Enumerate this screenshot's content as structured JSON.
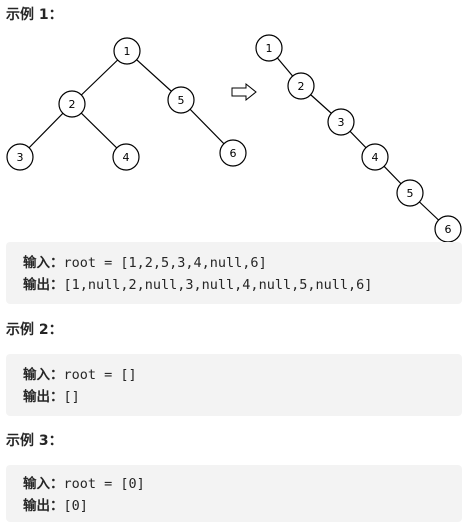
{
  "examples": [
    {
      "heading": "示例 1：",
      "input_label": "输入：",
      "input_value": "root = [1,2,5,3,4,null,6]",
      "output_label": "输出：",
      "output_value": "[1,null,2,null,3,null,4,null,5,null,6]"
    },
    {
      "heading": "示例 2：",
      "input_label": "输入：",
      "input_value": "root = []",
      "output_label": "输出：",
      "output_value": "[]"
    },
    {
      "heading": "示例 3：",
      "input_label": "输入：",
      "input_value": "root = [0]",
      "output_label": "输出：",
      "output_value": "[0]"
    }
  ],
  "tree_before": {
    "nodes": [
      "1",
      "2",
      "5",
      "3",
      "4",
      "6"
    ]
  },
  "tree_after": {
    "nodes": [
      "1",
      "2",
      "3",
      "4",
      "5",
      "6"
    ]
  },
  "colors": {
    "code_bg": "#f3f3f3",
    "text": "#262626"
  }
}
